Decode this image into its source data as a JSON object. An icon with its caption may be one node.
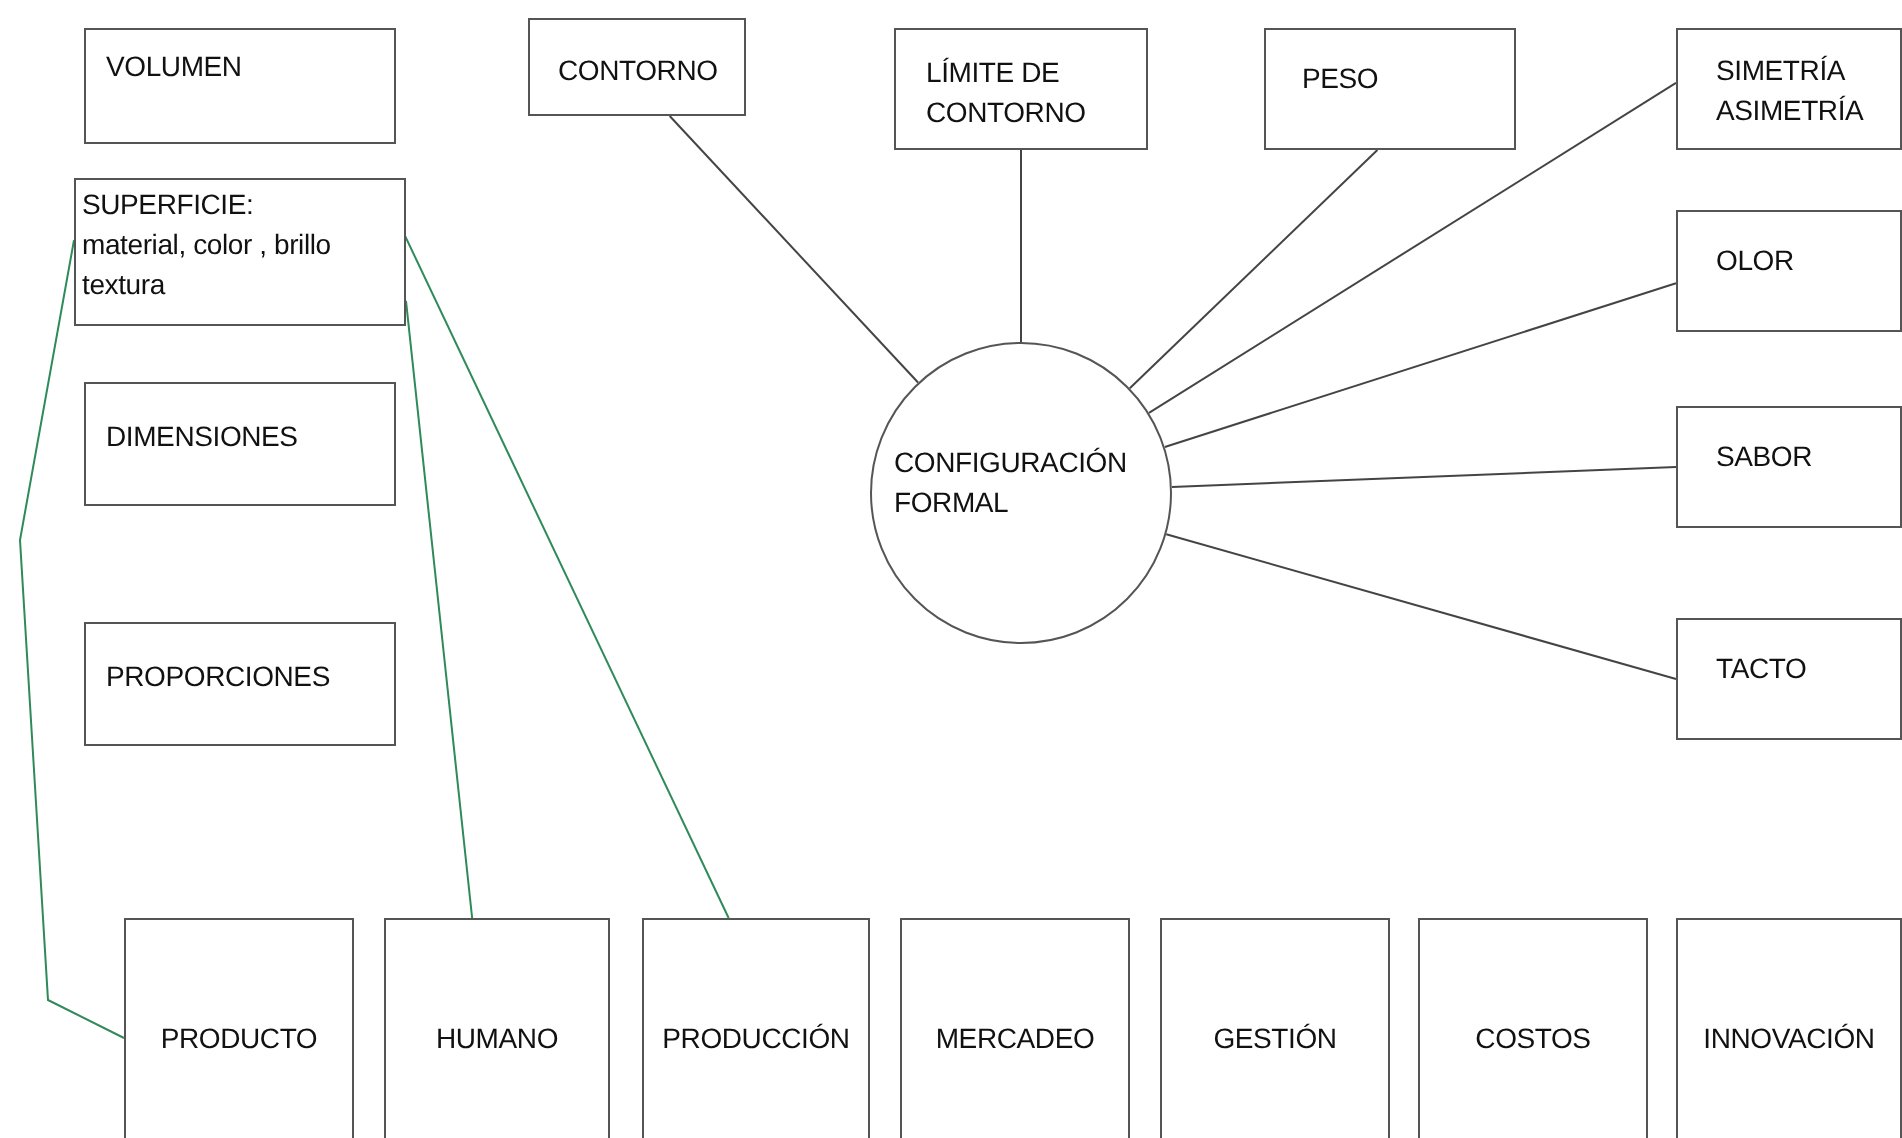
{
  "diagram": {
    "nodes": [
      {
        "text": [
          "VOLUMEN"
        ]
      },
      {
        "text": [
          "SUPERFICIE:",
          "material, color , brillo textura"
        ]
      },
      {
        "text": [
          "DIMENSIONES"
        ]
      },
      {
        "text": [
          "PROPORCIONES"
        ]
      },
      {
        "text": [
          "CONTORNO"
        ]
      },
      {
        "text": [
          "LÍMITE DE CONTORNO"
        ]
      },
      {
        "text": [
          "PESO"
        ]
      },
      {
        "text": [
          "SIMETRÍA ASIMETRÍA"
        ]
      },
      {
        "text": [
          "OLOR"
        ]
      },
      {
        "text": [
          "SABOR"
        ]
      },
      {
        "text": [
          "TACTO"
        ]
      },
      {
        "text": [
          "CONFIGURACIÓN FORMAL"
        ]
      },
      {
        "text": [
          "PRODUCTO"
        ]
      },
      {
        "text": [
          "HUMANO"
        ]
      },
      {
        "text": [
          "PRODUCCIÓN"
        ]
      },
      {
        "text": [
          "MERCADEO"
        ]
      },
      {
        "text": [
          "GESTIÓN"
        ]
      },
      {
        "text": [
          "COSTOS"
        ]
      },
      {
        "text": [
          "INNOVACIÓN"
        ]
      }
    ],
    "edges": [
      {
        "from": 11,
        "to": 4,
        "arrow": "none"
      },
      {
        "from": 11,
        "to": 5,
        "arrow": "none"
      },
      {
        "from": 11,
        "to": 6,
        "arrow": "none"
      },
      {
        "from": 11,
        "to": 7,
        "arrow": "none"
      },
      {
        "from": 11,
        "to": 8,
        "arrow": "none"
      },
      {
        "from": 11,
        "to": 9,
        "arrow": "none"
      },
      {
        "from": 11,
        "to": 10,
        "arrow": "none"
      },
      {
        "from": 1,
        "to": 12,
        "arrow": "none",
        "color": "#2f8a5a"
      },
      {
        "from": 1,
        "to": 13,
        "arrow": "none",
        "color": "#2f8a5a"
      },
      {
        "from": 1,
        "to": 14,
        "arrow": "none",
        "color": "#2f8a5a"
      }
    ]
  }
}
